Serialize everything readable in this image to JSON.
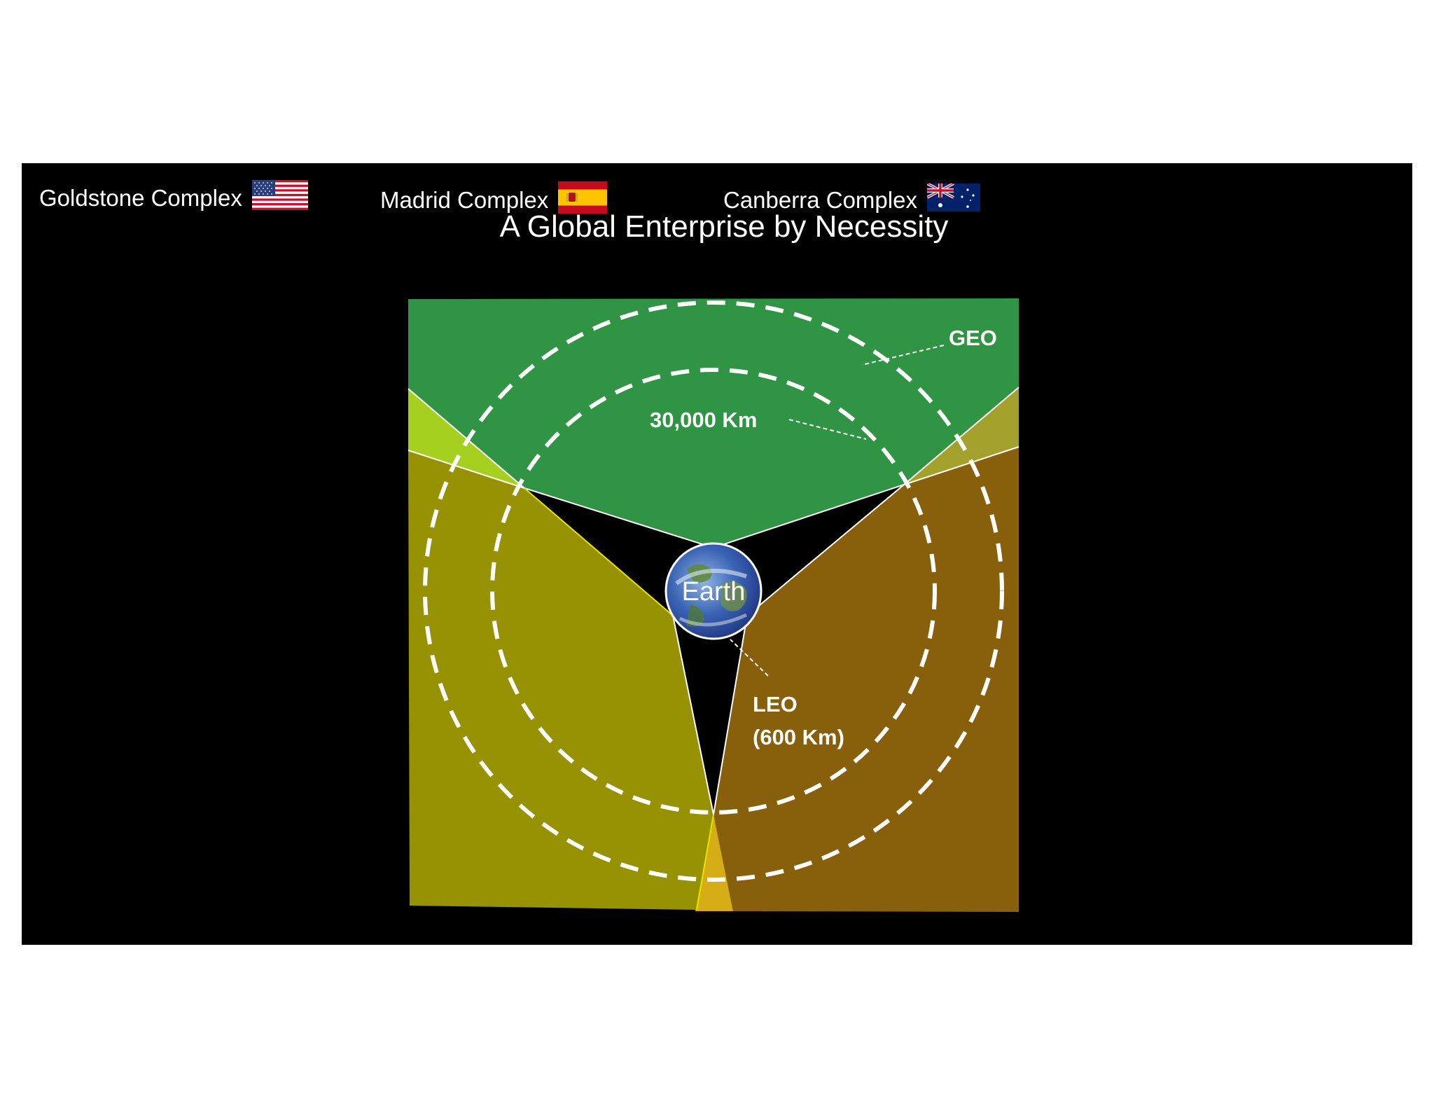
{
  "title": "A Global Enterprise by Necessity",
  "complexes": [
    {
      "name": "Goldstone Complex",
      "flag": "usa-flag-icon"
    },
    {
      "name": "Madrid Complex",
      "flag": "spain-flag-icon"
    },
    {
      "name": "Canberra Complex",
      "flag": "australia-flag-icon"
    }
  ],
  "diagram": {
    "earth_label": "Earth",
    "geo_label": "GEO",
    "mid_orbit_label": "30,000 Km",
    "leo_label_line1": "LEO",
    "leo_label_line2": "(600 Km)"
  },
  "colors": {
    "background": "#000000",
    "goldstone_coverage": "#2f9444",
    "madrid_coverage": "#969203",
    "canberra_coverage": "#88600c",
    "overlap_green_yellow": "#a6d01f",
    "overlap_green_orange": "#a3a02b",
    "overlap_yellow_orange": "#d6ac17",
    "orbit": "#ffffff"
  }
}
